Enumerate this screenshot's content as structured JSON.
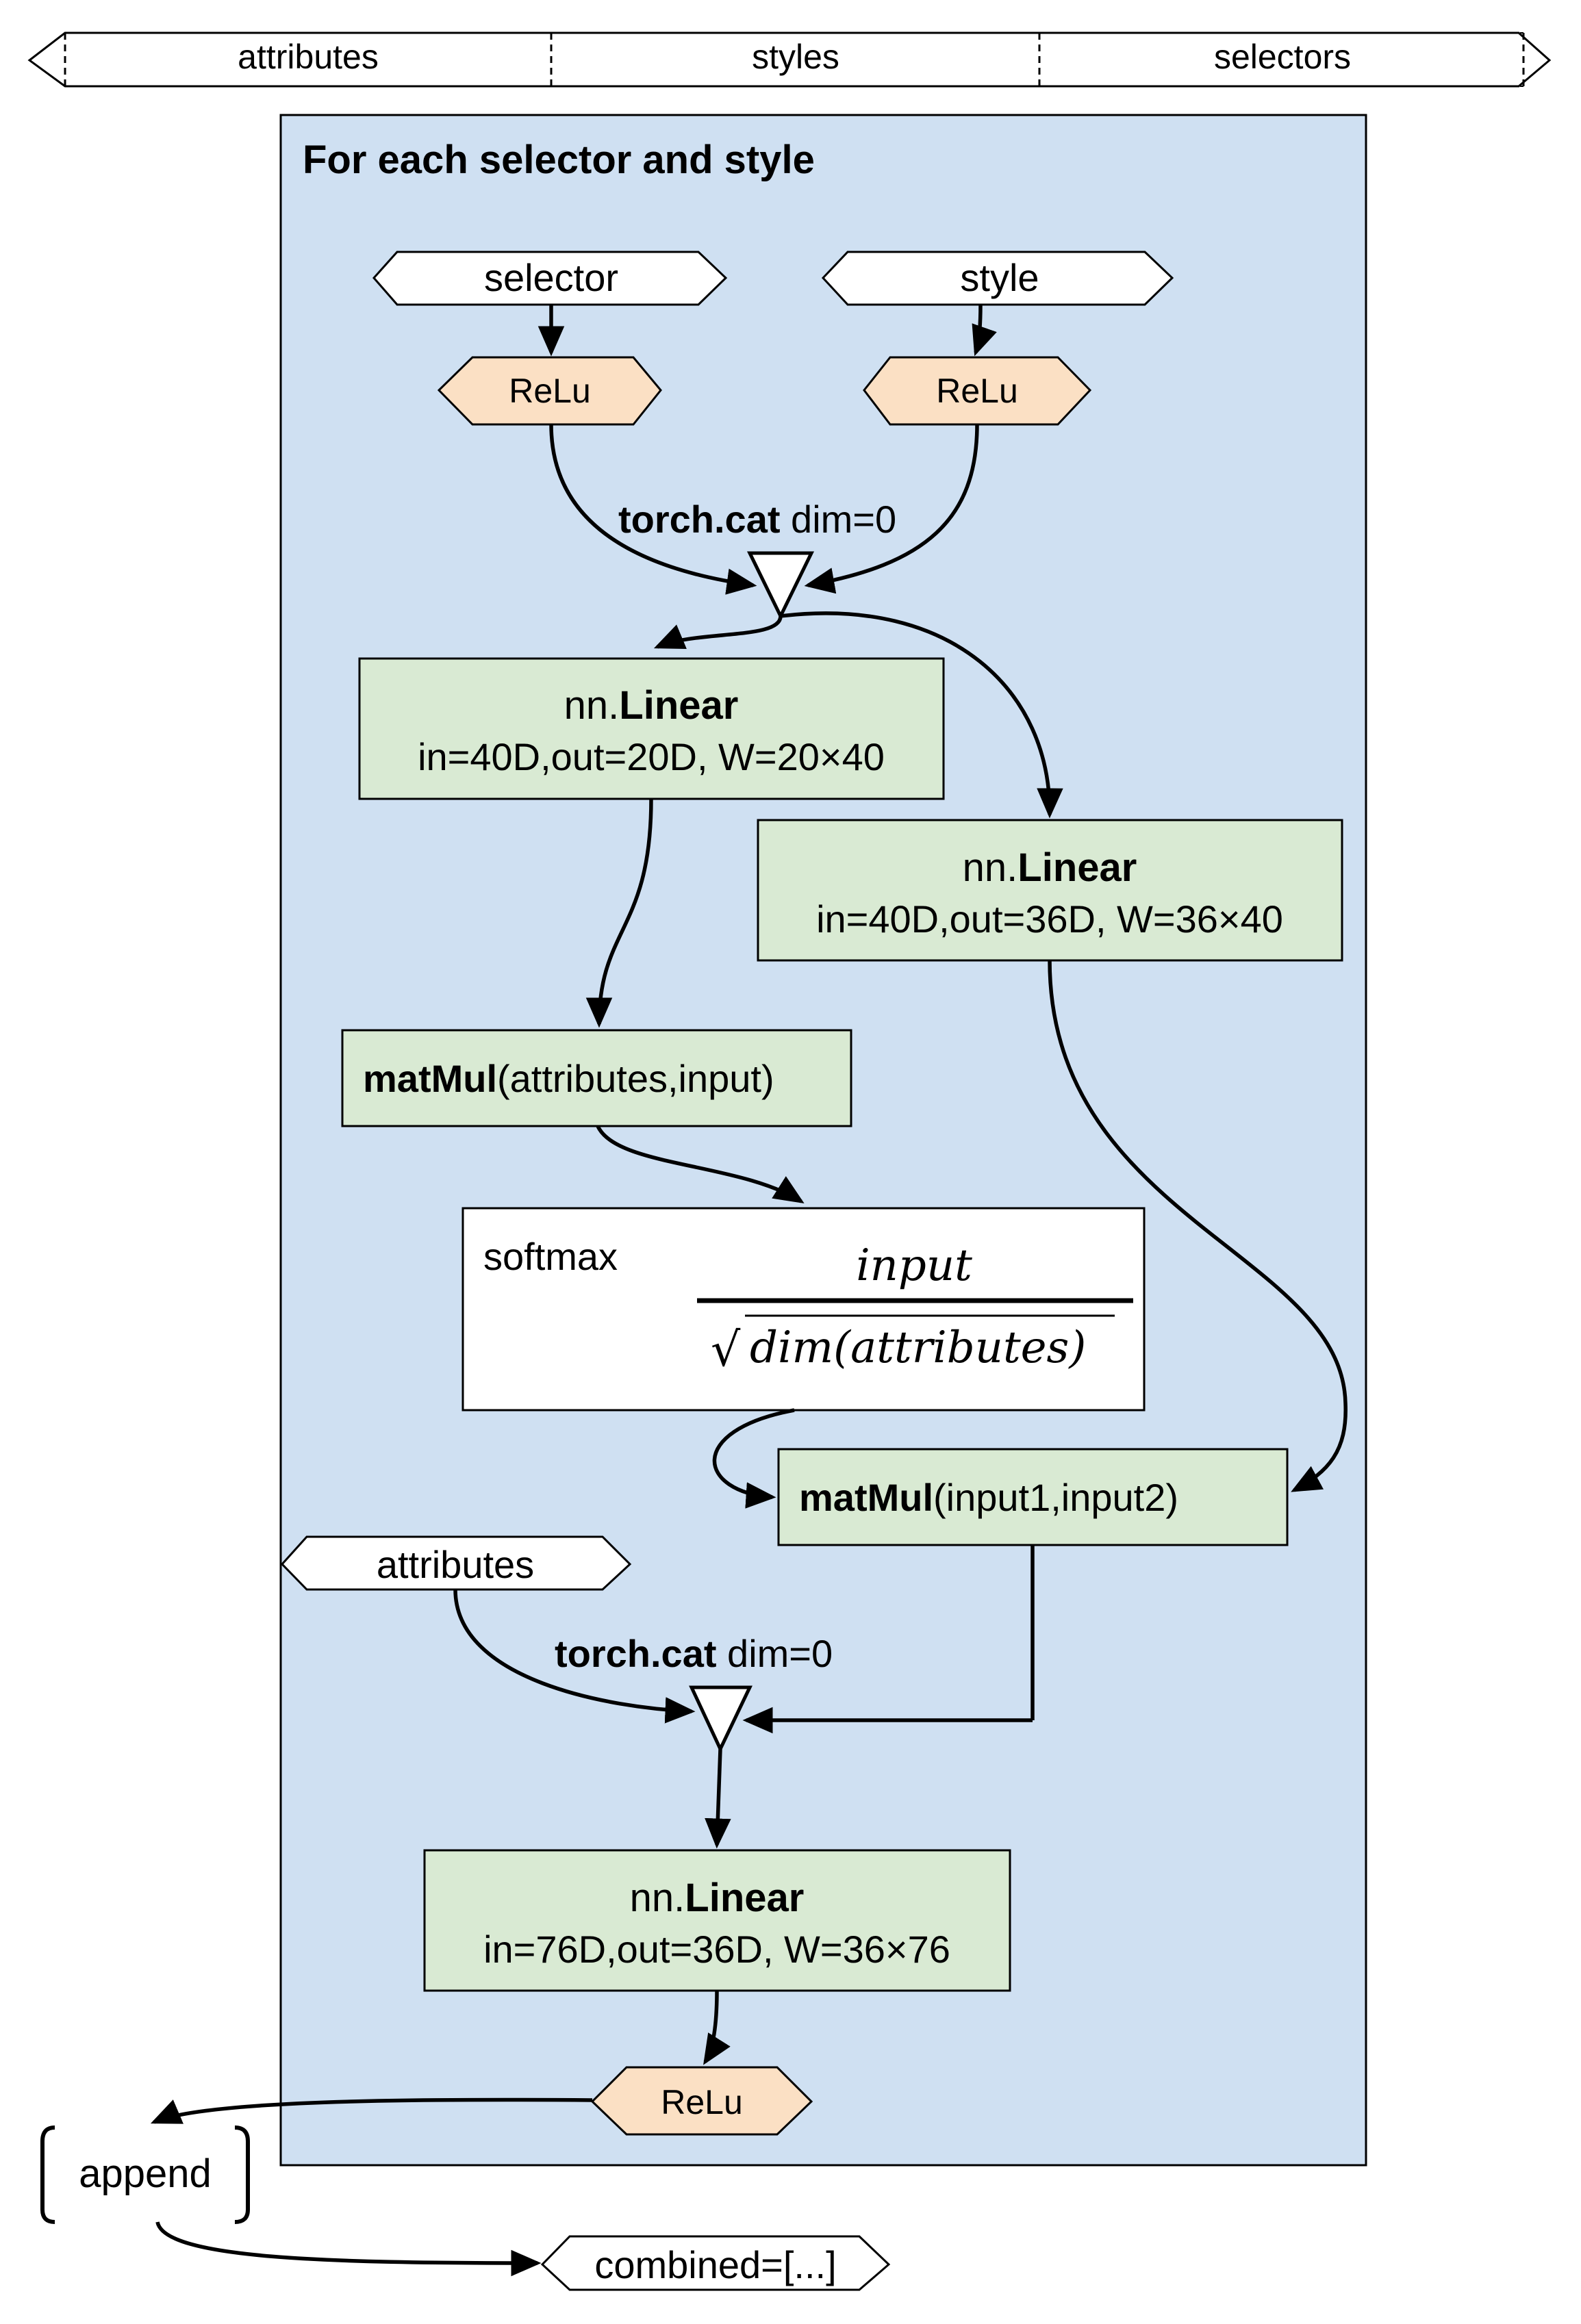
{
  "top_band": {
    "left": "attributes",
    "middle": "styles",
    "right": "selectors"
  },
  "loop": {
    "title": "For each selector and style"
  },
  "inputs": {
    "selector": "selector",
    "style": "style",
    "attributes": "attributes"
  },
  "relu": {
    "label": "ReLu"
  },
  "cat1": {
    "bold": "torch.cat",
    "rest": " dim=0"
  },
  "cat2": {
    "bold": "torch.cat",
    "rest": " dim=0"
  },
  "linear1": {
    "prefix": "nn.",
    "name": "Linear",
    "params": "in=40D,out=20D, W=20×40"
  },
  "linear2": {
    "prefix": "nn.",
    "name": "Linear",
    "params": "in=40D,out=36D, W=36×40"
  },
  "linear3": {
    "prefix": "nn.",
    "name": "Linear",
    "params": "in=76D,out=36D, W=36×76"
  },
  "matmul1": {
    "bold": "matMul",
    "rest": "(attributes,input)"
  },
  "matmul2": {
    "bold": "matMul",
    "rest": "(input1,input2)"
  },
  "softmax": {
    "label": "softmax",
    "numerator": "input",
    "sqrt": "√",
    "denominator": "dim(attributes)"
  },
  "append": {
    "label": "append"
  },
  "output": {
    "label": "combined=[...]"
  },
  "colors": {
    "loop_fill": "#cfe0f2",
    "linear_fill": "#d9ead3",
    "relu_fill": "#fbe0c4",
    "stroke": "#000000"
  }
}
